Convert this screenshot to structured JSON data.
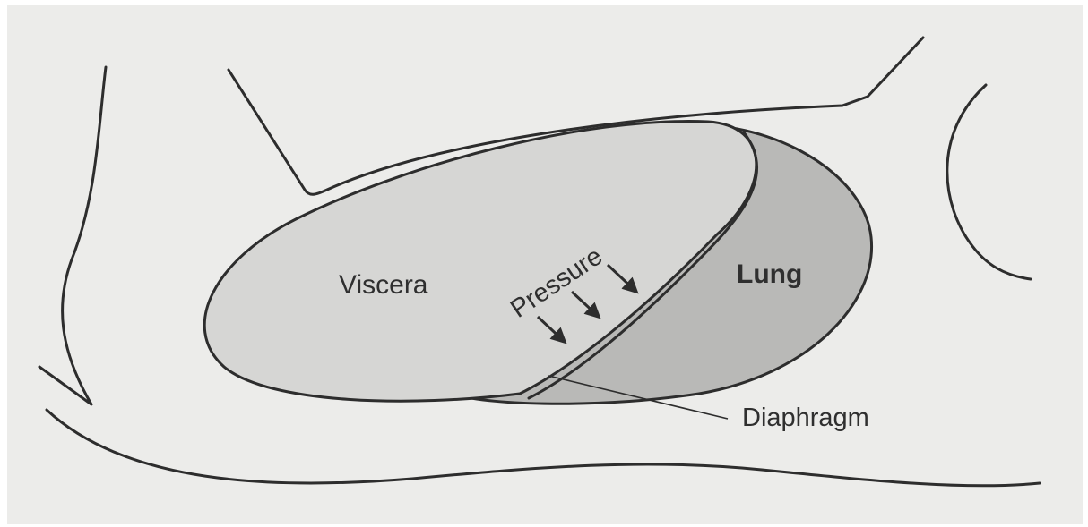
{
  "diagram": {
    "labels": {
      "viscera": "Viscera",
      "lung": "Lung",
      "pressure": "Pressure",
      "diaphragm": "Diaphragm"
    },
    "colors": {
      "background": "#ececea",
      "outline": "#2d2d2d",
      "viscera_fill": "#d6d6d4",
      "lung_fill": "#b9b9b7"
    }
  }
}
